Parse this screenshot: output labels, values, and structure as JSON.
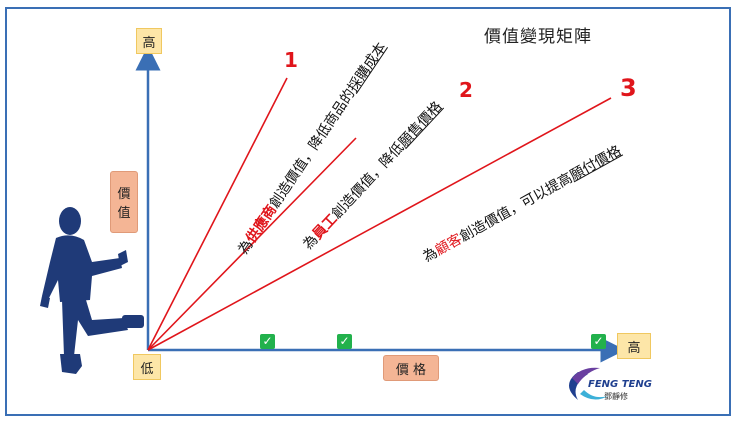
{
  "title": "價值變現矩陣",
  "y_axis": {
    "high": "高",
    "low": "低",
    "label_chars": [
      "價",
      "值"
    ]
  },
  "x_axis": {
    "high": "高",
    "label": "價 格"
  },
  "lines": [
    {
      "number": "1",
      "text_prefix": "為",
      "text_highlight": "供應商",
      "text_mid": "創造價值，降低商品的",
      "text_underlined": "採購成本"
    },
    {
      "number": "2",
      "text_prefix": "為",
      "text_highlight": "員工",
      "text_mid": "創造價值，降低",
      "text_underlined": "願售價格"
    },
    {
      "number": "3",
      "text_prefix": "為",
      "text_highlight": "顧客",
      "text_mid": "創造價值，可以提高",
      "text_underlined": "願付價格"
    }
  ],
  "logo": {
    "name": "FENG TENG",
    "sub": "鄧靜修"
  },
  "colors": {
    "axis": "#3a6fb5",
    "line": "#e0151b",
    "figure": "#1f3a78",
    "check": "#22b14c"
  }
}
